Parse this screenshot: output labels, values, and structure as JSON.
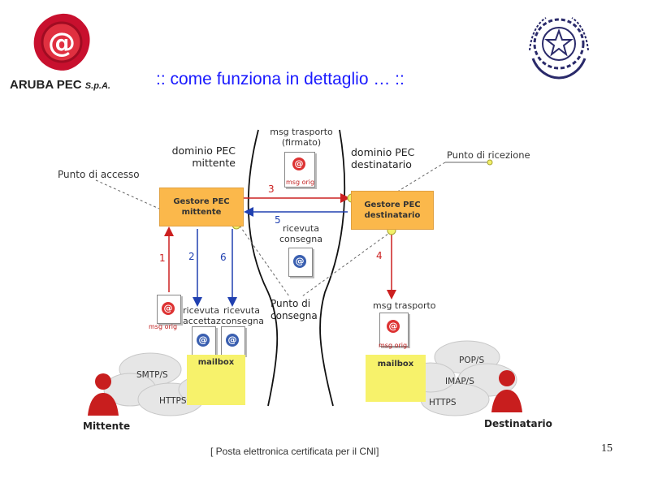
{
  "header": {
    "title": ":: come funziona in dettaglio … ::",
    "brand_main": "ARUBA PEC",
    "brand_sub": "S.p.A."
  },
  "diagram": {
    "msg_trasporto_top": "msg trasporto",
    "firmato": "(firmato)",
    "msg_orig_top": "msg orig",
    "dominio_mittente_1": "dominio PEC",
    "dominio_mittente_2": "mittente",
    "dominio_destinatario_1": "dominio PEC",
    "dominio_destinatario_2": "destinatario",
    "punto_accesso": "Punto di accesso",
    "punto_ricezione": "Punto di ricezione",
    "gestore_mittente_1": "Gestore PEC",
    "gestore_mittente_2": "mittente",
    "gestore_destinatario_1": "Gestore PEC",
    "gestore_destinatario_2": "destinatario",
    "step_1": "1",
    "step_2": "2",
    "step_3": "3",
    "step_4": "4",
    "step_5": "5",
    "step_6": "6",
    "ricevuta_consegna_mid_1": "ricevuta",
    "ricevuta_consegna_mid_2": "consegna",
    "msg_orig_left": "msg orig",
    "ricevuta_accettaz_1": "ricevuta",
    "ricevuta_accettaz_2": "accettaz",
    "ricevuta_consegna_left_1": "ricevuta",
    "ricevuta_consegna_left_2": "consegna",
    "punto_consegna_1": "Punto di",
    "punto_consegna_2": "consegna",
    "msg_trasporto_right": "msg trasporto",
    "msg_orig_right": "msg orig.",
    "mailbox_left": "mailbox",
    "mailbox_right": "mailbox",
    "smtps": "SMTP/S",
    "https_left": "HTTPS",
    "pops": "POP/S",
    "imaps": "IMAP/S",
    "https_right": "HTTPS",
    "mittente": "Mittente",
    "destinatario": "Destinatario"
  },
  "footer": {
    "caption": "[ Posta elettronica certificata per il CNI]",
    "page_number": "15"
  },
  "colors": {
    "title": "#1a1aff",
    "gestore_box": "#fbb84b",
    "mailbox": "#f7f26b",
    "red_arrow": "#cc2020",
    "blue_arrow": "#2040b0"
  }
}
